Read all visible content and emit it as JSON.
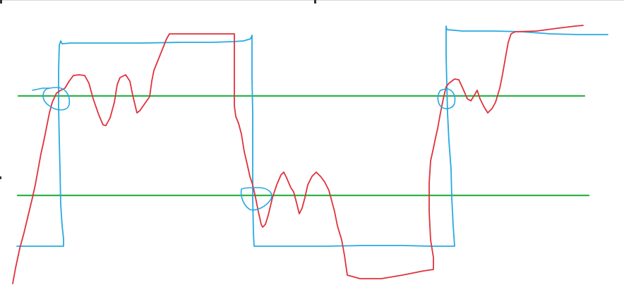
{
  "canvas": {
    "background": "#ffffff"
  },
  "colors": {
    "threshold": "#2db34a",
    "signal": "#e0313b",
    "output": "#27a9e1"
  },
  "diagram": {
    "threshold_lines": [
      "upper-threshold",
      "lower-threshold"
    ],
    "curves": [
      "signal-curve",
      "output-square-wave"
    ],
    "markers": [
      "crossing-circle-1",
      "crossing-circle-2",
      "crossing-circle-3"
    ]
  }
}
